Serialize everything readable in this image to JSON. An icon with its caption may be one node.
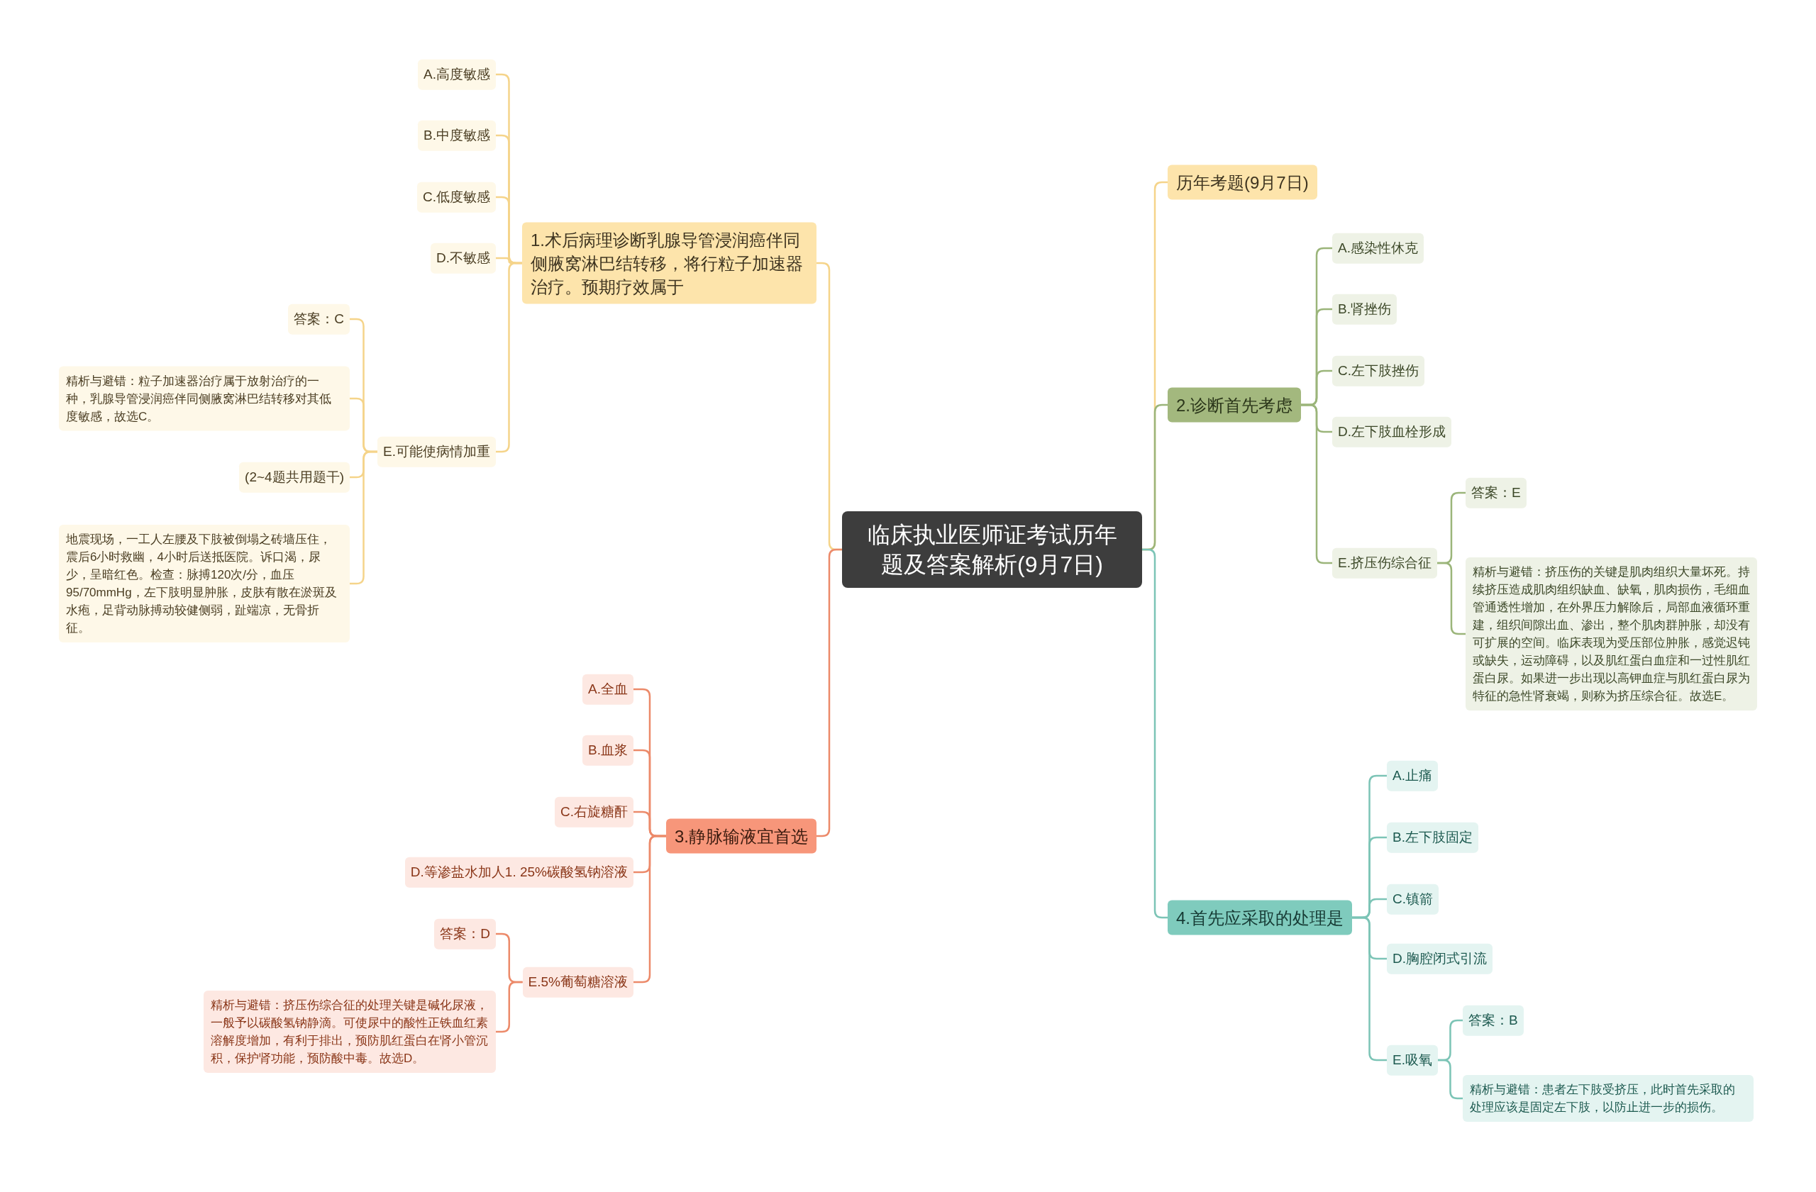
{
  "diagram": {
    "nodes": [
      {
        "text": [
          "临床执业医师证考试历年题及答案解析(9月7日)"
        ]
      },
      {
        "text": [
          "1.术后病理诊断乳腺导管浸润癌伴同侧腋窝淋巴结转移，将行粒子加速器治疗。预期疗效属于"
        ]
      },
      {
        "text": [
          "A.高度敏感"
        ]
      },
      {
        "text": [
          "B.中度敏感"
        ]
      },
      {
        "text": [
          "C.低度敏感"
        ]
      },
      {
        "text": [
          "D.不敏感"
        ]
      },
      {
        "text": [
          "E.可能使病情加重"
        ]
      },
      {
        "text": [
          "答案：C"
        ]
      },
      {
        "text": [
          "精析与避错：粒子加速器治疗属于放射治疗的一种，乳腺导管浸润癌伴同侧腋窝淋巴结转移对其低度敏感，故选C。"
        ]
      },
      {
        "text": [
          "(2~4题共用题干)"
        ]
      },
      {
        "text": [
          "地震现场，一工人左腰及下肢被倒塌之砖墙压住，震后6小时救幽，4小时后送抵医院。诉口渴，尿少，呈暗红色。检查：脉搏120次/分，血压95/70mmHg，左下肢明显肿胀，皮肤有散在淤斑及水疱，足背动脉搏动较健侧弱，趾端凉，无骨折征。"
        ]
      },
      {
        "text": [
          "3.静脉输液宜首选"
        ]
      },
      {
        "text": [
          "A.全血"
        ]
      },
      {
        "text": [
          "B.血浆"
        ]
      },
      {
        "text": [
          "C.右旋糖酐"
        ]
      },
      {
        "text": [
          "D.等渗盐水加人1. 25%碳酸氢钠溶液"
        ]
      },
      {
        "text": [
          "E.5%葡萄糖溶液"
        ]
      },
      {
        "text": [
          "答案：D"
        ]
      },
      {
        "text": [
          "精析与避错：挤压伤综合征的处理关键是碱化尿液，一般予以碳酸氢钠静滴。可使尿中的酸性正铁血红素溶解度增加，有利于排出，预防肌红蛋白在肾小管沉积，保护肾功能，预防酸中毒。故选D。"
        ]
      },
      {
        "text": [
          "历年考题(9月7日)"
        ]
      },
      {
        "text": [
          "2.诊断首先考虑"
        ]
      },
      {
        "text": [
          "A.感染性休克"
        ]
      },
      {
        "text": [
          "B.肾挫伤"
        ]
      },
      {
        "text": [
          "C.左下肢挫伤"
        ]
      },
      {
        "text": [
          "D.左下肢血栓形成"
        ]
      },
      {
        "text": [
          "E.挤压伤综合征"
        ]
      },
      {
        "text": [
          "答案：E"
        ]
      },
      {
        "text": [
          "精析与避错：挤压伤的关键是肌肉组织大量坏死。持续挤压造成肌肉组织缺血、缺氧，肌肉损伤，毛细血管通透性增加，在外界压力解除后，局部血液循环重建，组织间隙出血、渗出，整个肌肉群肿胀，却没有可扩展的空间。临床表现为受压部位肿胀，感觉迟钝或缺失，运动障碍，以及肌红蛋白血症和一过性肌红蛋白尿。如果进一步出现以高钾血症与肌红蛋白尿为特征的急性肾衰竭，则称为挤压综合征。故选E。"
        ]
      },
      {
        "text": [
          "4.首先应采取的处理是"
        ]
      },
      {
        "text": [
          "A.止痛"
        ]
      },
      {
        "text": [
          "B.左下肢固定"
        ]
      },
      {
        "text": [
          "C.镇箭"
        ]
      },
      {
        "text": [
          "D.胸腔闭式引流"
        ]
      },
      {
        "text": [
          "E.吸氧"
        ]
      },
      {
        "text": [
          "答案：B"
        ]
      },
      {
        "text": [
          "精析与避错：患者左下肢受挤压，此时首先采取的处理应该是固定左下肢，以防止进一步的损伤。"
        ]
      }
    ],
    "edges": [
      {
        "from": 0,
        "to": 1,
        "arrow": "none"
      },
      {
        "from": 1,
        "to": 2,
        "arrow": "none"
      },
      {
        "from": 1,
        "to": 3,
        "arrow": "none"
      },
      {
        "from": 1,
        "to": 4,
        "arrow": "none"
      },
      {
        "from": 1,
        "to": 5,
        "arrow": "none"
      },
      {
        "from": 1,
        "to": 6,
        "arrow": "none"
      },
      {
        "from": 6,
        "to": 7,
        "arrow": "none"
      },
      {
        "from": 6,
        "to": 8,
        "arrow": "none"
      },
      {
        "from": 6,
        "to": 9,
        "arrow": "none"
      },
      {
        "from": 6,
        "to": 10,
        "arrow": "none"
      },
      {
        "from": 0,
        "to": 11,
        "arrow": "none",
        "color": "#ec8a6a"
      },
      {
        "from": 11,
        "to": 12,
        "arrow": "none",
        "color": "#ec8a6a"
      },
      {
        "from": 11,
        "to": 13,
        "arrow": "none",
        "color": "#ec8a6a"
      },
      {
        "from": 11,
        "to": 14,
        "arrow": "none",
        "color": "#ec8a6a"
      },
      {
        "from": 11,
        "to": 15,
        "arrow": "none",
        "color": "#ec8a6a"
      },
      {
        "from": 11,
        "to": 16,
        "arrow": "none",
        "color": "#ec8a6a"
      },
      {
        "from": 16,
        "to": 17,
        "arrow": "none",
        "color": "#ec8a6a"
      },
      {
        "from": 16,
        "to": 18,
        "arrow": "none",
        "color": "#ec8a6a"
      },
      {
        "from": 0,
        "to": 19,
        "arrow": "none"
      },
      {
        "from": 0,
        "to": 20,
        "arrow": "none",
        "color": "#9bb57a"
      },
      {
        "from": 20,
        "to": 21,
        "arrow": "none",
        "color": "#9bb57a"
      },
      {
        "from": 20,
        "to": 22,
        "arrow": "none",
        "color": "#9bb57a"
      },
      {
        "from": 20,
        "to": 23,
        "arrow": "none",
        "color": "#9bb57a"
      },
      {
        "from": 20,
        "to": 24,
        "arrow": "none",
        "color": "#9bb57a"
      },
      {
        "from": 20,
        "to": 25,
        "arrow": "none",
        "color": "#9bb57a"
      },
      {
        "from": 25,
        "to": 26,
        "arrow": "none",
        "color": "#9bb57a"
      },
      {
        "from": 25,
        "to": 27,
        "arrow": "none",
        "color": "#9bb57a"
      },
      {
        "from": 0,
        "to": 28,
        "arrow": "none",
        "color": "#7cc4b6"
      },
      {
        "from": 28,
        "to": 29,
        "arrow": "none",
        "color": "#7cc4b6"
      },
      {
        "from": 28,
        "to": 30,
        "arrow": "none",
        "color": "#7cc4b6"
      },
      {
        "from": 28,
        "to": 31,
        "arrow": "none",
        "color": "#7cc4b6"
      },
      {
        "from": 28,
        "to": 32,
        "arrow": "none",
        "color": "#7cc4b6"
      },
      {
        "from": 28,
        "to": 33,
        "arrow": "none",
        "color": "#7cc4b6"
      },
      {
        "from": 33,
        "to": 34,
        "arrow": "none",
        "color": "#7cc4b6"
      },
      {
        "from": 33,
        "to": 35,
        "arrow": "none",
        "color": "#7cc4b6"
      }
    ]
  }
}
